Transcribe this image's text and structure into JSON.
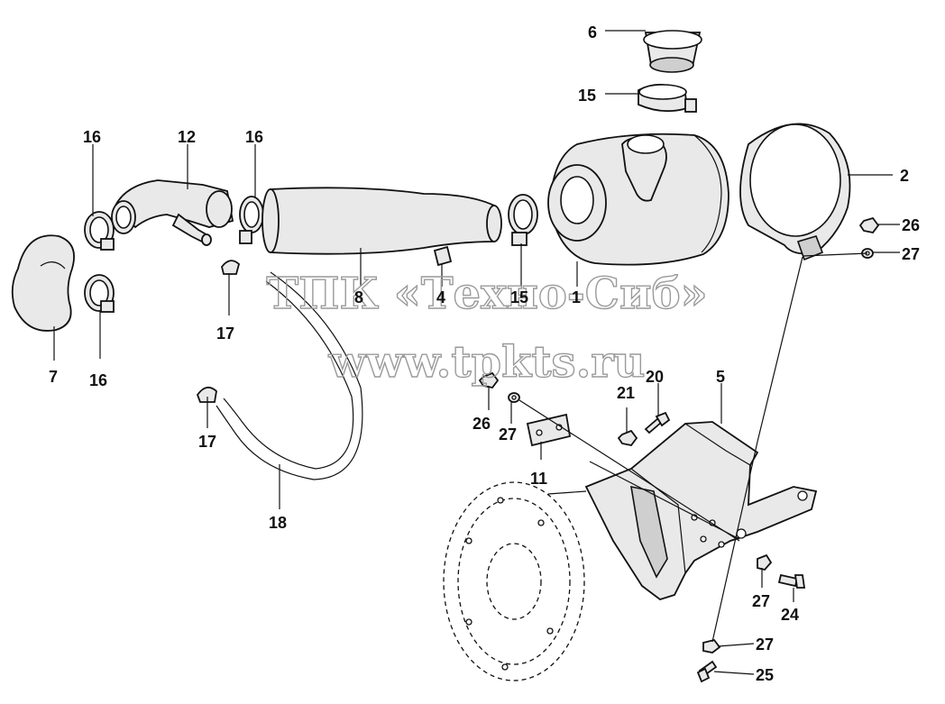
{
  "watermark": {
    "line1": "ТПК «Техно-Сиб»",
    "line2": "www.tpkts.ru"
  },
  "callouts": {
    "c6": "6",
    "c15_top": "15",
    "c16_left": "16",
    "c12": "12",
    "c16_mid": "16",
    "c2": "2",
    "c26_right": "26",
    "c27_right": "27",
    "c8": "8",
    "c4": "4",
    "c15_mid": "15",
    "c1": "1",
    "c17_top": "17",
    "c7": "7",
    "c16_bottom": "16",
    "c20": "20",
    "c5": "5",
    "c21": "21",
    "c26_mid": "26",
    "c27_mid": "27",
    "c17_bottom": "17",
    "c11": "11",
    "c18": "18",
    "c27_lower": "27",
    "c24": "24",
    "c27_bottom": "27",
    "c25": "25"
  }
}
